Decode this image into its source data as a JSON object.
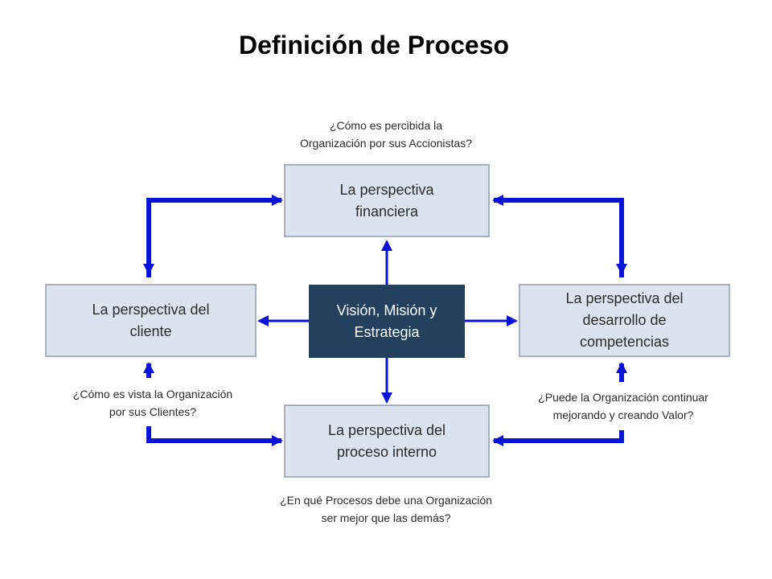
{
  "title": "Definición de Proceso",
  "center": {
    "line1": "Visión, Misión y",
    "line2": "Estrategia"
  },
  "financiera": {
    "line1": "La perspectiva",
    "line2": "financiera"
  },
  "cliente": {
    "line1": "La perspectiva del",
    "line2": "cliente"
  },
  "desarrollo": {
    "line1": "La perspectiva del",
    "line2": "desarrollo de",
    "line3": "competencias"
  },
  "proceso": {
    "line1": "La perspectiva del",
    "line2": "proceso interno"
  },
  "questions": {
    "accionistas": {
      "line1": "¿Cómo es percibida la",
      "line2": "Organización por sus Accionistas?"
    },
    "clientes": {
      "line1": "¿Cómo es vista la Organización",
      "line2": "por sus Clientes?"
    },
    "valor": {
      "line1": "¿Puede la Organización continuar",
      "line2": "mejorando y creando Valor?"
    },
    "procesos": {
      "line1": "¿En qué Procesos debe una Organización",
      "line2": "ser mejor que las demás?"
    }
  },
  "colors": {
    "arrow": "#0a14d8",
    "box_fill": "#dbe3ee",
    "center_fill": "#23405f"
  }
}
